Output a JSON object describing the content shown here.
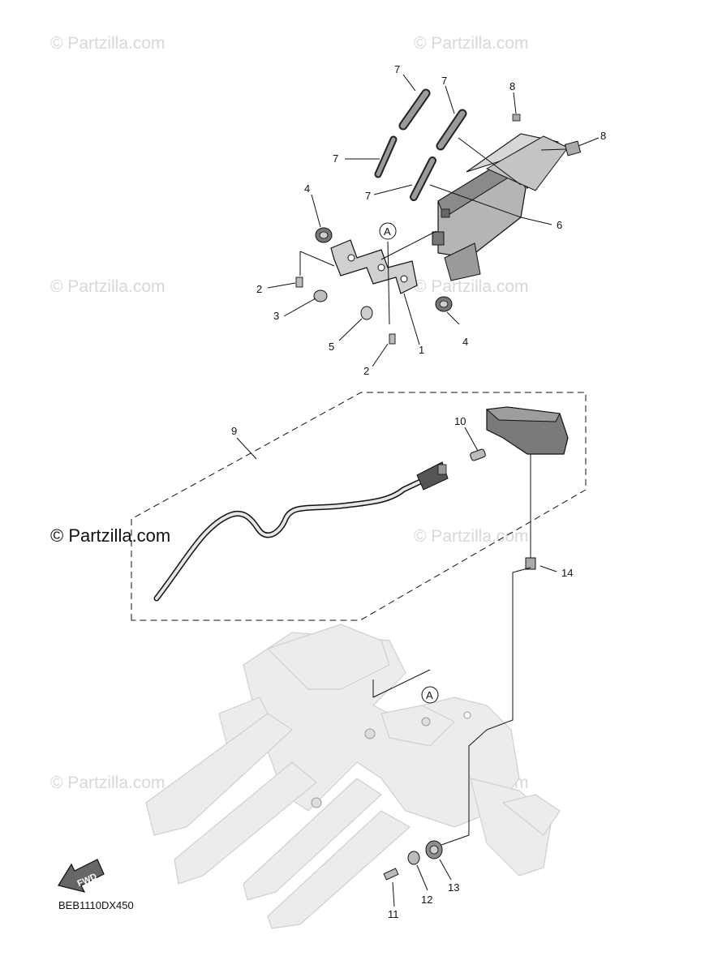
{
  "diagram": {
    "code": "BEB1110DX450",
    "fwd_label": "FWD",
    "reference_marker": "A",
    "watermark_main": "© Partzilla.com",
    "watermark_faint": "© Partzilla.com"
  },
  "callouts": [
    {
      "id": "c7a",
      "text": "7"
    },
    {
      "id": "c7b",
      "text": "7"
    },
    {
      "id": "c7c",
      "text": "7"
    },
    {
      "id": "c7d",
      "text": "7"
    },
    {
      "id": "c8a",
      "text": "8"
    },
    {
      "id": "c8b",
      "text": "8"
    },
    {
      "id": "c6",
      "text": "6"
    },
    {
      "id": "c4a",
      "text": "4"
    },
    {
      "id": "c4b",
      "text": "4"
    },
    {
      "id": "c2a",
      "text": "2"
    },
    {
      "id": "c2b",
      "text": "2"
    },
    {
      "id": "c3",
      "text": "3"
    },
    {
      "id": "c5",
      "text": "5"
    },
    {
      "id": "c1",
      "text": "1"
    },
    {
      "id": "c9",
      "text": "9"
    },
    {
      "id": "c10",
      "text": "10"
    },
    {
      "id": "c14",
      "text": "14"
    },
    {
      "id": "c11",
      "text": "11"
    },
    {
      "id": "c12",
      "text": "12"
    },
    {
      "id": "c13",
      "text": "13"
    }
  ]
}
